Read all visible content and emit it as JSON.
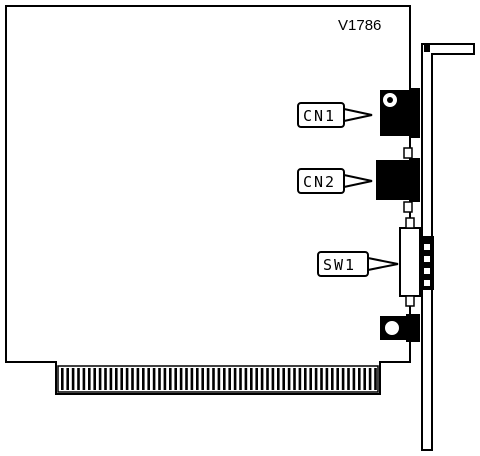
{
  "board": {
    "model": "V1786"
  },
  "callouts": [
    {
      "id": "cn1",
      "text": "CN1"
    },
    {
      "id": "cn2",
      "text": "CN2"
    },
    {
      "id": "sw1",
      "text": "SW1"
    }
  ],
  "colors": {
    "line": "#000000",
    "background": "#ffffff"
  }
}
